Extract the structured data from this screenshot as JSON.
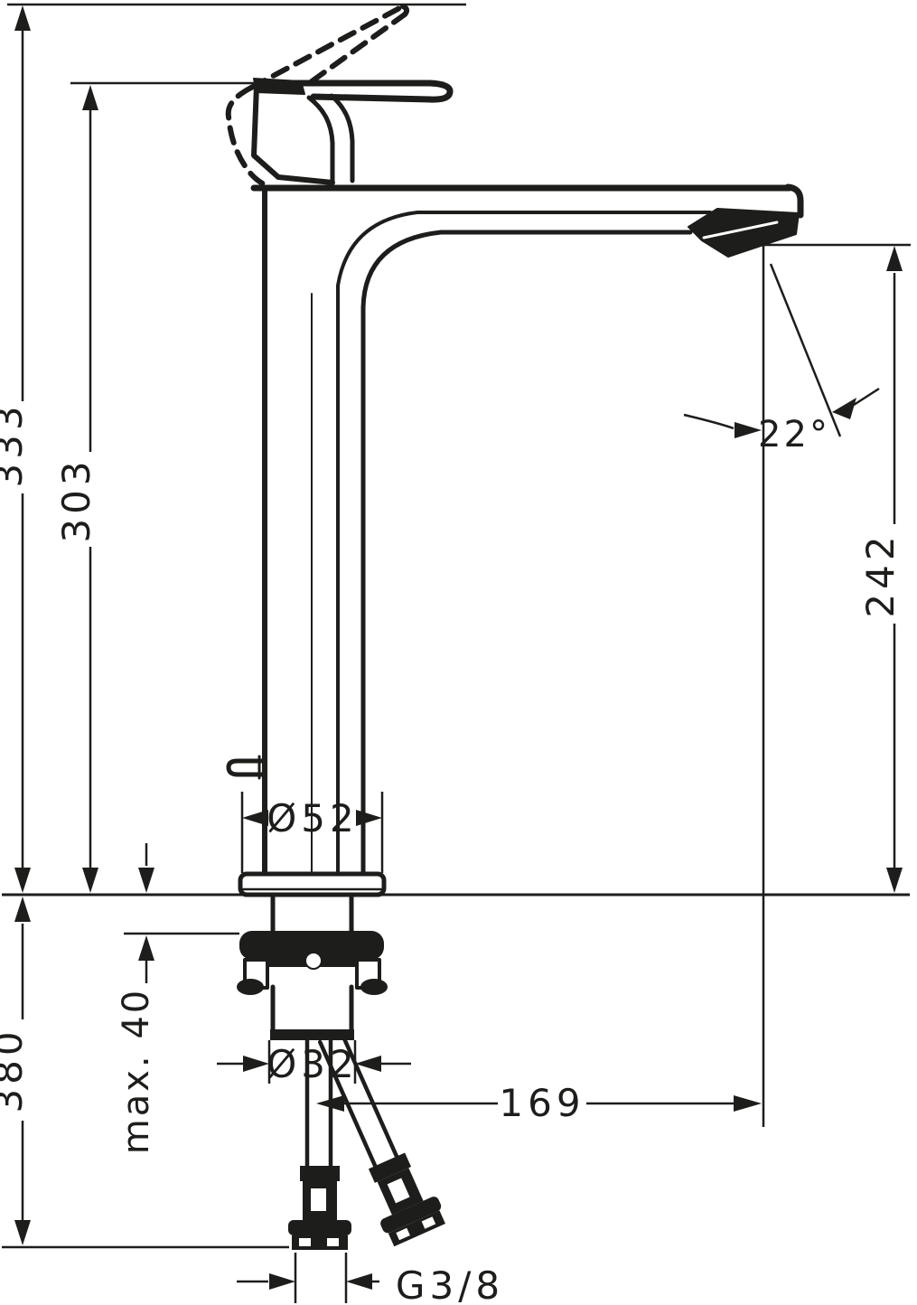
{
  "drawing": {
    "type": "faucet-installation-dimension-drawing",
    "background_color": "#ffffff",
    "line_color": "#1d1d1b",
    "dimensions": {
      "overall_height_raised_handle": "333",
      "handle_height": "303",
      "spout_outlet_height": "242",
      "spout_angle": "22°",
      "body_base_diameter": "Ø52",
      "tail_shaft_diameter": "Ø32",
      "spout_reach": "169",
      "max_mounting_thickness": "max. 40",
      "below_counter_length": "380",
      "hose_thread_size": "G3/8"
    }
  }
}
